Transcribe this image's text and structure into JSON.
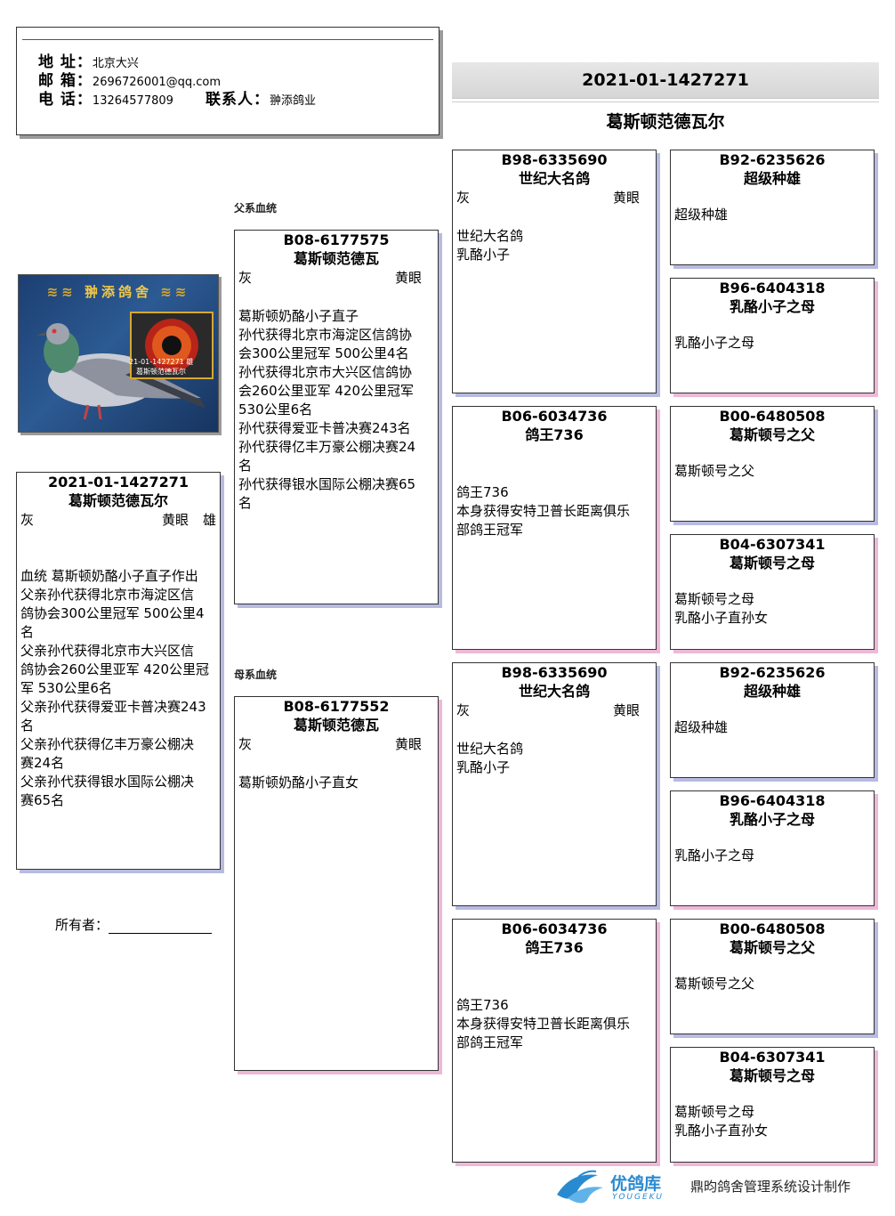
{
  "contact": {
    "address_label": "地 址：",
    "address": "北京大兴",
    "email_label": "邮 箱：",
    "email": "2696726001@qq.com",
    "phone_label": "电 话：",
    "phone": "13264577809",
    "contact_person_label": "联系人：",
    "contact_person": "翀添鸽业"
  },
  "header": {
    "ring": "2021-01-1427271",
    "name": "葛斯顿范德瓦尔"
  },
  "photo": {
    "banner_text": "翀添鸽舍",
    "caption_line1": "21-01-1427271 雄",
    "caption_line2": "葛斯顿范德瓦尔"
  },
  "subject": {
    "ring": "2021-01-1427271",
    "name": "葛斯顿范德瓦尔",
    "color": "灰",
    "eye": "黄眼",
    "sex": "雄",
    "notes": "血统 葛斯顿奶酪小子直子作出\n父亲孙代获得北京市海淀区信\n鸽协会300公里冠军 500公里4\n名\n父亲孙代获得北京市大兴区信\n鸽协会260公里亚军 420公里冠\n军 530公里6名\n父亲孙代获得爱亚卡普决赛243\n名\n父亲孙代获得亿丰万豪公棚决\n赛24名\n父亲孙代获得银水国际公棚决\n赛65名"
  },
  "owner_label": "所有者：",
  "sections": {
    "sire_label": "父系血统",
    "dam_label": "母系血统"
  },
  "sire": {
    "ring": "B08-6177575",
    "name": "葛斯顿范德瓦",
    "color": "灰",
    "eye": "黄眼",
    "notes": "葛斯顿奶酪小子直子\n孙代获得北京市海淀区信鸽协\n会300公里冠军 500公里4名\n孙代获得北京市大兴区信鸽协\n会260公里亚军 420公里冠军\n530公里6名\n孙代获得爱亚卡普决赛243名\n孙代获得亿丰万豪公棚决赛24\n名\n孙代获得银水国际公棚决赛65\n名"
  },
  "dam": {
    "ring": "B08-6177552",
    "name": "葛斯顿范德瓦",
    "color": "灰",
    "eye": "黄眼",
    "notes": "葛斯顿奶酪小子直女"
  },
  "grandparents": [
    {
      "ring": "B98-6335690",
      "name": "世纪大名鸽",
      "color": "灰",
      "eye": "黄眼",
      "notes": "世纪大名鸽\n乳酪小子"
    },
    {
      "ring": "B06-6034736",
      "name": "鸽王736",
      "color": "",
      "eye": "",
      "notes": "鸽王736\n本身获得安特卫普长距离俱乐\n部鸽王冠军"
    },
    {
      "ring": "B98-6335690",
      "name": "世纪大名鸽",
      "color": "灰",
      "eye": "黄眼",
      "notes": "世纪大名鸽\n乳酪小子"
    },
    {
      "ring": "B06-6034736",
      "name": "鸽王736",
      "color": "",
      "eye": "",
      "notes": "鸽王736\n本身获得安特卫普长距离俱乐\n部鸽王冠军"
    }
  ],
  "great_grandparents": [
    {
      "ring": "B92-6235626",
      "name": "超级种雄",
      "notes": "超级种雄"
    },
    {
      "ring": "B96-6404318",
      "name": "乳酪小子之母",
      "notes": "乳酪小子之母"
    },
    {
      "ring": "B00-6480508",
      "name": "葛斯顿号之父",
      "notes": "葛斯顿号之父"
    },
    {
      "ring": "B04-6307341",
      "name": "葛斯顿号之母",
      "notes": "葛斯顿号之母\n乳酪小子直孙女"
    },
    {
      "ring": "B92-6235626",
      "name": "超级种雄",
      "notes": "超级种雄"
    },
    {
      "ring": "B96-6404318",
      "name": "乳酪小子之母",
      "notes": "乳酪小子之母"
    },
    {
      "ring": "B00-6480508",
      "name": "葛斯顿号之父",
      "notes": "葛斯顿号之父"
    },
    {
      "ring": "B04-6307341",
      "name": "葛斯顿号之母",
      "notes": "葛斯顿号之母\n乳酪小子直孙女"
    }
  ],
  "footer": {
    "logo_cn": "优鸽库",
    "logo_en": "YOUGEKU",
    "credit": "鼎昀鸽舍管理系统设计制作"
  },
  "colors": {
    "male_shadow": "#b8bbe0",
    "female_shadow": "#eeb8d8",
    "header_band": "#d9d9d9",
    "logo_blue": "#2a8ad0"
  }
}
